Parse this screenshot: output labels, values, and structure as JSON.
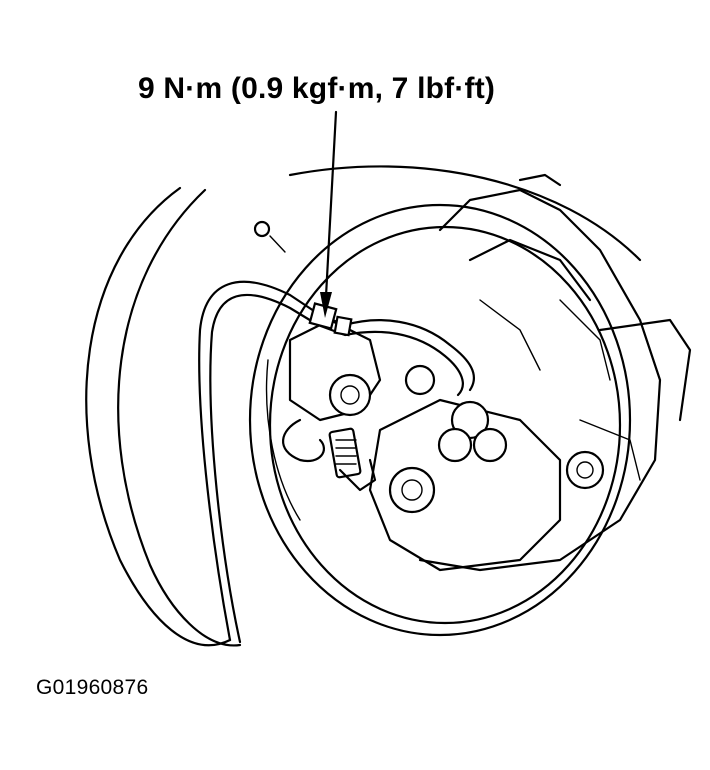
{
  "diagram": {
    "torque_callout": "9 N·m (0.9 kgf·m, 7 lbf·ft)",
    "figure_id": "G01960876",
    "callout_leader": "arrow-to-brake-line-flare-nut"
  }
}
